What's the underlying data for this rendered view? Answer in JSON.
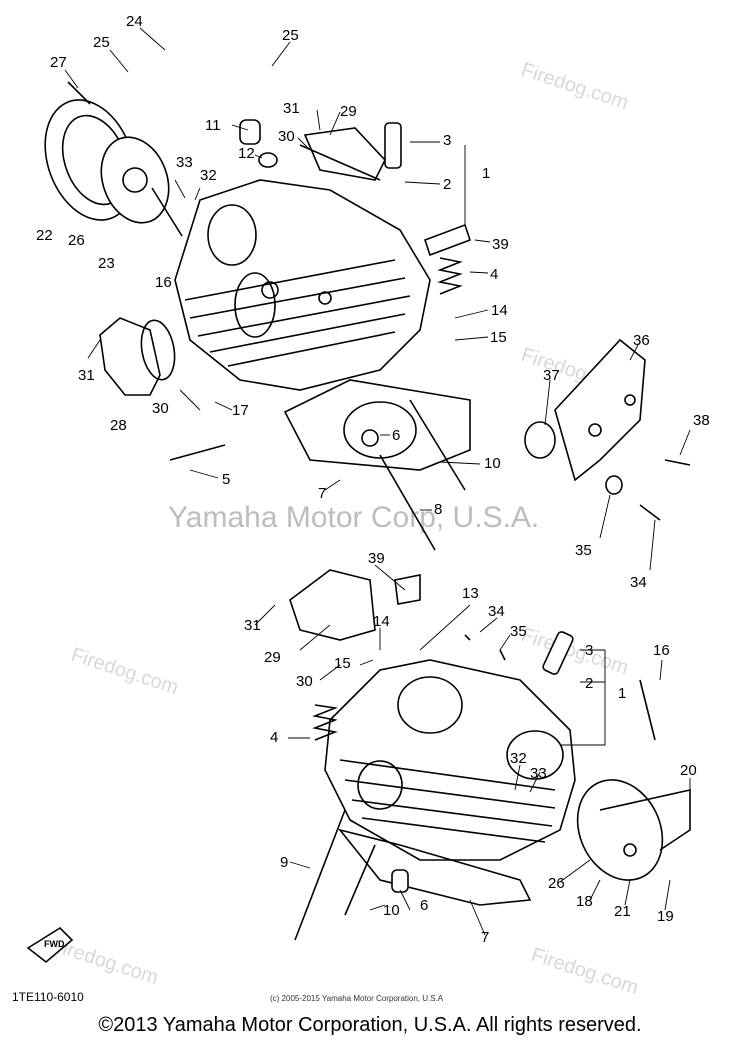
{
  "diagram": {
    "watermark_main": "Yamaha Motor Corp, U.S.A.",
    "watermark_site": "Firedog.com",
    "ref_code": "1TE110-6010",
    "small_copyright": "(c) 2005-2015 Yamaha Motor Corporation, U.S.A",
    "copyright": "©2013 Yamaha Motor Corporation, U.S.A. All rights reserved.",
    "fwd_label": "FWD",
    "callouts_top": [
      "24",
      "25",
      "27",
      "25",
      "31",
      "29",
      "11",
      "30",
      "3",
      "12",
      "1",
      "33",
      "2",
      "32",
      "22",
      "26",
      "39",
      "23",
      "16",
      "4",
      "14",
      "31",
      "15",
      "36",
      "37",
      "30",
      "28",
      "17",
      "38",
      "6",
      "10",
      "5",
      "7",
      "8",
      "35",
      "34"
    ],
    "callouts_bottom": [
      "39",
      "13",
      "31",
      "34",
      "29",
      "14",
      "35",
      "3",
      "16",
      "15",
      "30",
      "2",
      "1",
      "4",
      "32",
      "33",
      "20",
      "9",
      "26",
      "18",
      "10",
      "6",
      "21",
      "19",
      "7"
    ]
  }
}
